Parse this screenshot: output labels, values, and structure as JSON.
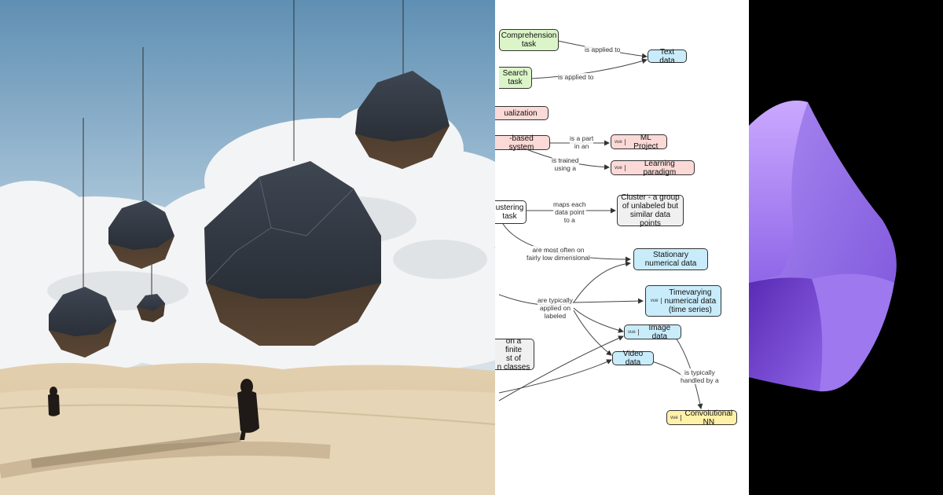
{
  "diagram": {
    "nodes": {
      "comprehension": "Comprehension\ntask",
      "search": "Search\ntask",
      "text_data": "Text data",
      "visualization": "ualization",
      "rule_system": "-based system",
      "ml_project": "ML Project",
      "learning_paradigm": "Learning paradigm",
      "clustering": "ustering\ntask",
      "cluster": "Cluster - a group\nof unlabeled but\nsimilar data points",
      "stationary": "Stationary\nnumerical data",
      "timevarying": "Timevarying\nnumerical data\n(time series)",
      "image_data": "Image data",
      "video_data": "Video data",
      "finite": "on a finite\nst of\nn classes",
      "convnn": "Convolutional NN"
    },
    "vue_badge": "vue",
    "edges": {
      "applied1": "is applied to",
      "applied2": "is applied to",
      "part_of": "is a part\nin an",
      "trained": "is trained\nusing a",
      "maps": "maps each\ndata point\nto a",
      "most_often": "are most often on\nfairly low dimensional",
      "typically_applied": "are typically\napplied on\nlabeled",
      "handled": "is typically\nhandled by a"
    }
  }
}
